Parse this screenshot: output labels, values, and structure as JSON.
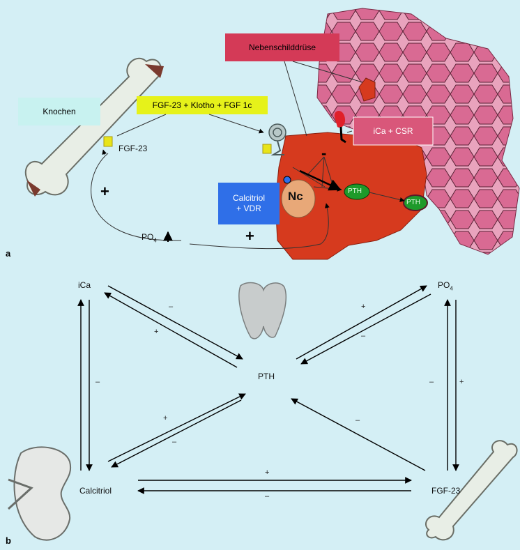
{
  "panel_a": {
    "letter": "a",
    "knochen": "Knochen",
    "fgf_box": "FGF-23 + Klotho + FGF 1c",
    "fgf23": "FGF-23",
    "nebenschild": "Nebenschilddrüse",
    "ica_csr": "iCa + CSR",
    "calcitriol_vdr_line1": "Calcitriol",
    "calcitriol_vdr_line2": "+ VDR",
    "nc": "Nc",
    "pth1": "PTH",
    "pth2": "PTH",
    "po4": "PO",
    "po4_sub": "4",
    "plus_left": "+",
    "plus_bottom": "+",
    "minus": "-"
  },
  "panel_b": {
    "letter": "b",
    "ica": "iCa",
    "po4": "PO",
    "po4_sub": "4",
    "pth": "PTH",
    "calcitriol": "Calcitriol",
    "fgf23": "FGF-23",
    "signs": {
      "ica_pth_minus": "–",
      "pth_ica_plus": "+",
      "pth_po4_plus": "+",
      "po4_pth_minus": "–",
      "calcitriol_pth_plus": "+",
      "pth_calcitriol_minus": "–",
      "ica_calcitriol_minus": "–",
      "po4_fgf_minus": "–",
      "fgf_po4_plus": "+",
      "fgf_pth_minus": "–",
      "calcitriol_fgf_plus": "+",
      "fgf_calcitriol_minus": "–"
    }
  },
  "colors": {
    "background": "#d4eff5",
    "gland": "#d63a1e",
    "tissue": "#e07a9e",
    "nebenschild_box": "#d43a57",
    "ica_box": "#d9577a",
    "calcitriol_box": "#2f6fe8",
    "fgf_box": "#e6f21a",
    "knochen_box": "#c8f2f0",
    "pth_cell": "#1e9a2a"
  }
}
